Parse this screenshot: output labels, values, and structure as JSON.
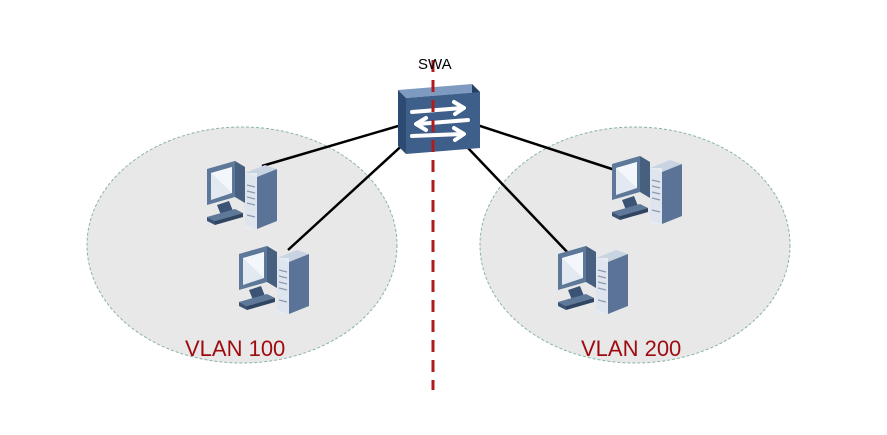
{
  "diagram": {
    "switch": {
      "label": "SWA",
      "icon": "switch-icon"
    },
    "vlans": [
      {
        "label": "VLAN 100",
        "hosts": 2
      },
      {
        "label": "VLAN 200",
        "hosts": 2
      }
    ],
    "colors": {
      "vlan_text": "#9e0b0f",
      "divider": "#b01c1c",
      "vlan_fill": "#e8e8e8",
      "vlan_border": "#8ab4a4",
      "link": "#000000",
      "switch_body": "#3e5f8a"
    }
  }
}
